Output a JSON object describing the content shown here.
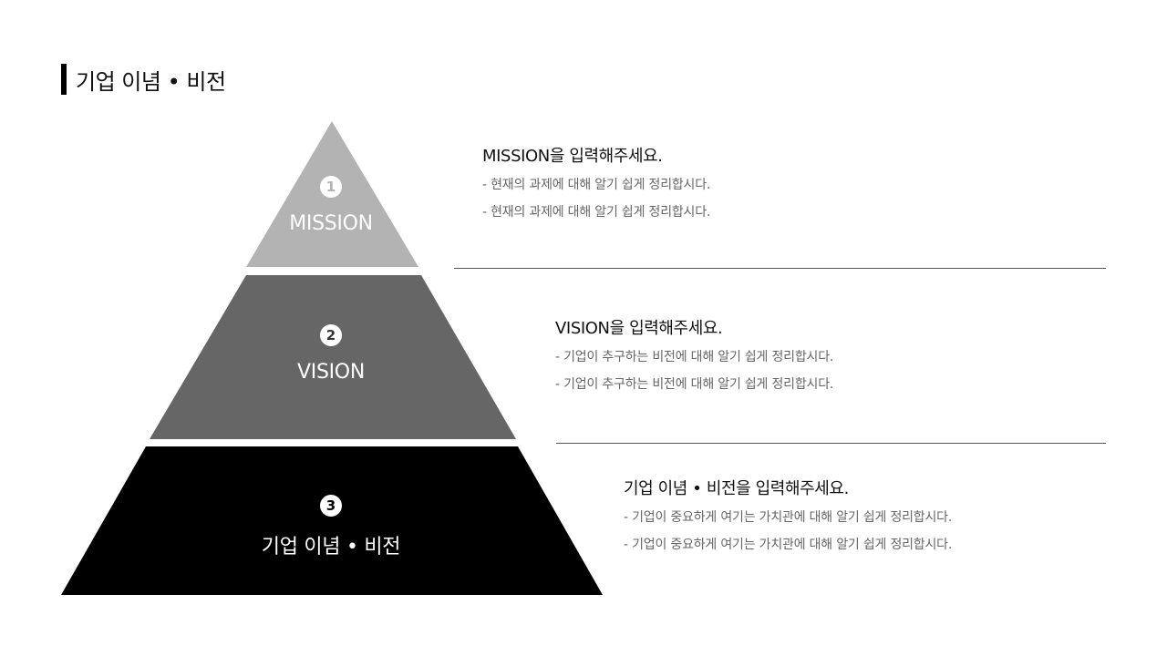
{
  "page": {
    "title": "기업 이념 • 비전"
  },
  "pyramid": {
    "tiers": [
      {
        "number": "1",
        "label": "MISSION",
        "color": "#b3b3b3",
        "badge_text_color": "#b3b3b3"
      },
      {
        "number": "2",
        "label": "VISION",
        "color": "#666666",
        "badge_text_color": "#333333"
      },
      {
        "number": "3",
        "label": "기업 이념 • 비전",
        "color": "#000000",
        "badge_text_color": "#000000"
      }
    ]
  },
  "descriptions": [
    {
      "heading": "MISSION을 입력해주세요.",
      "lines": [
        "- 현재의 과제에 대해 알기 쉽게 정리합시다.",
        "- 현재의 과제에 대해 알기 쉽게 정리합시다."
      ]
    },
    {
      "heading": "VISION을 입력해주세요.",
      "lines": [
        "- 기업이 추구하는 비전에 대해 알기 쉽게 정리합시다.",
        "- 기업이 추구하는 비전에 대해 알기 쉽게 정리합시다."
      ]
    },
    {
      "heading": "기업 이념 • 비전을 입력해주세요.",
      "lines": [
        "- 기업이 중요하게 여기는 가치관에 대해 알기 쉽게 정리합시다.",
        "- 기업이 중요하게 여기는 가치관에 대해 알기 쉽게 정리합시다."
      ]
    }
  ],
  "colors": {
    "separator": "#555555",
    "heading": "#111111",
    "body_text": "#666666",
    "title_bar": "#000000"
  }
}
